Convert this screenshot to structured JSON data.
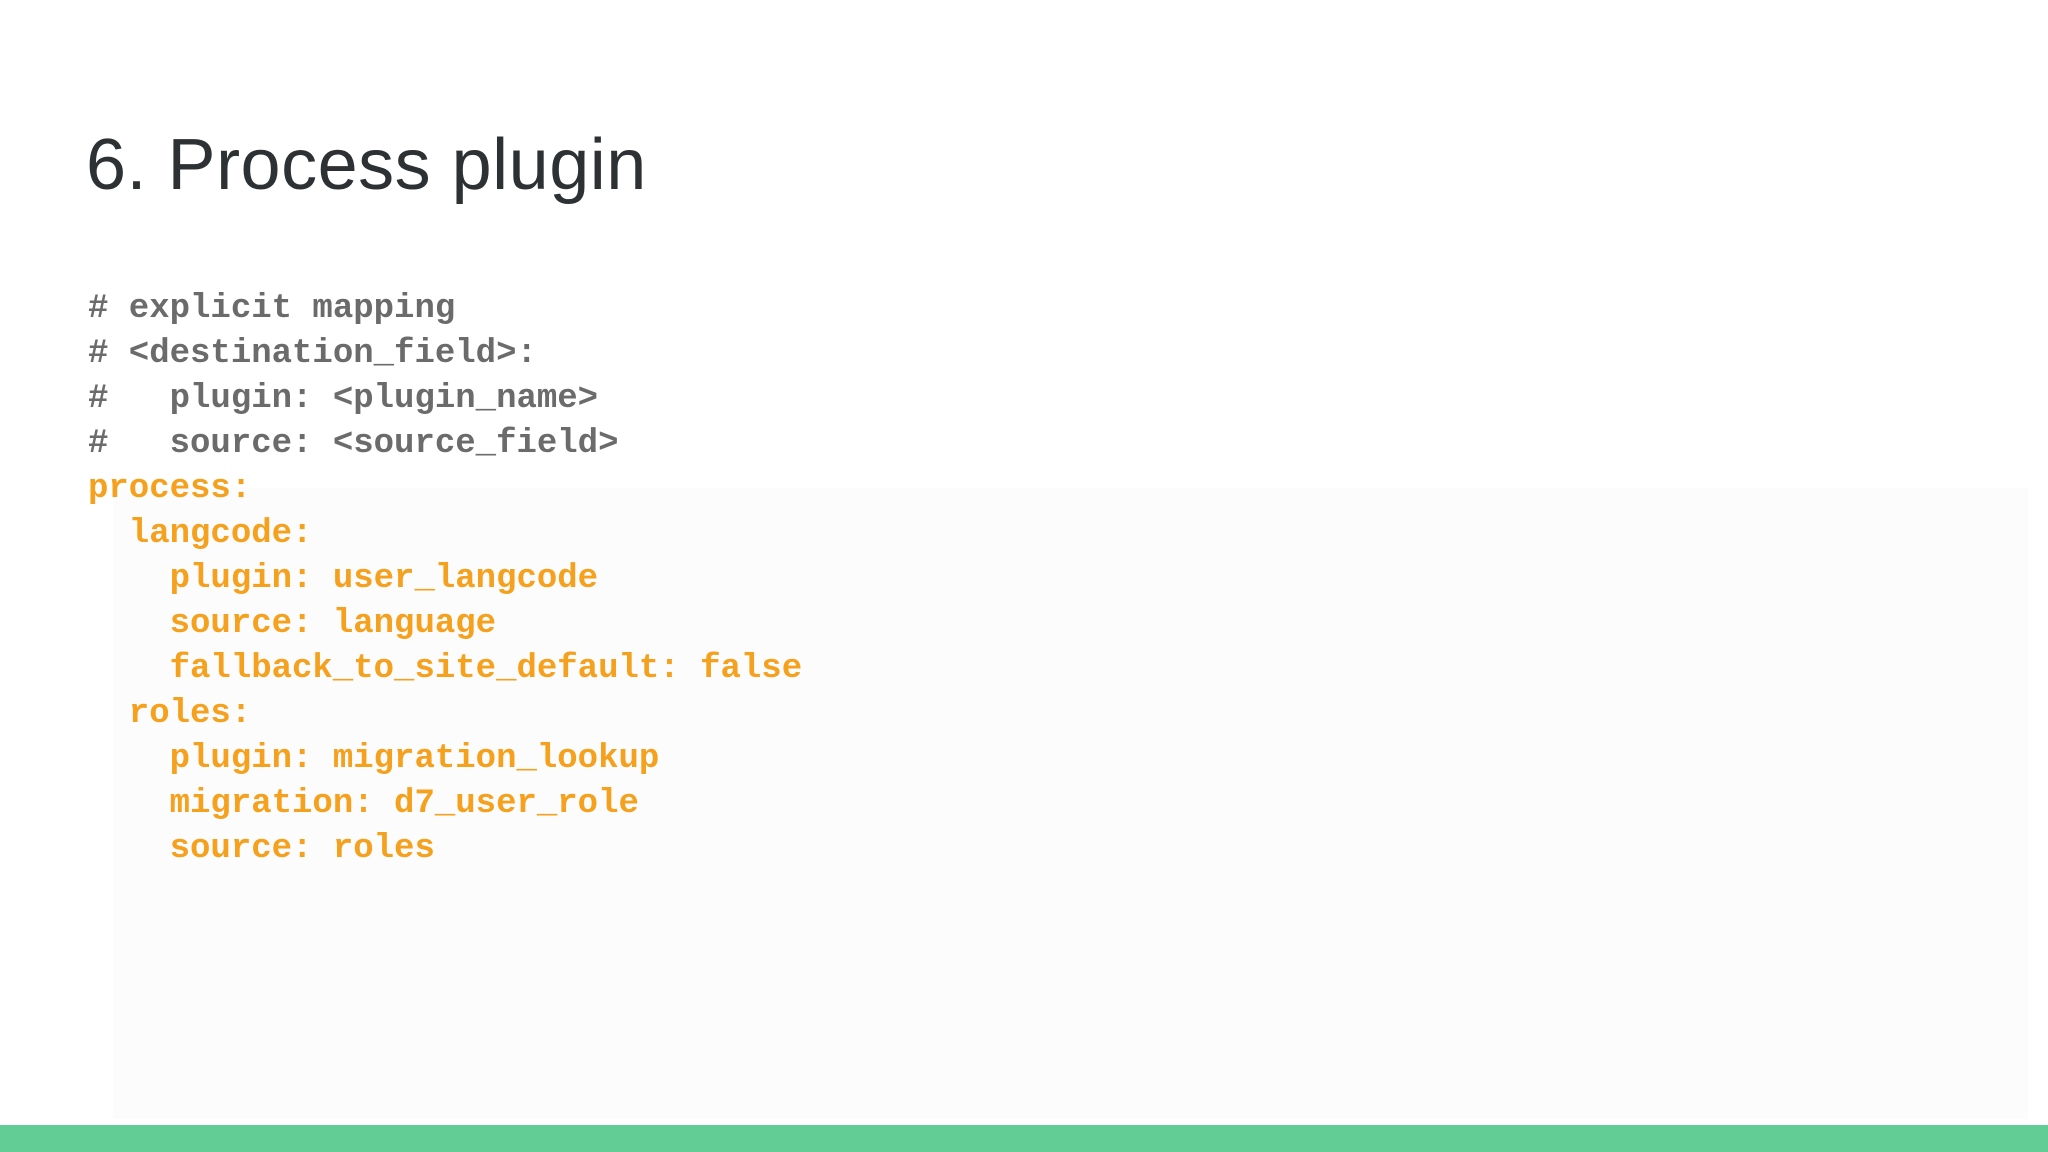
{
  "slide": {
    "title": "6. Process plugin",
    "code": {
      "lines": [
        {
          "type": "comment",
          "text": "# explicit mapping"
        },
        {
          "type": "comment",
          "text": "# <destination_field>:"
        },
        {
          "type": "comment",
          "text": "#   plugin: <plugin_name>"
        },
        {
          "type": "comment",
          "text": "#   source: <source_field>"
        },
        {
          "type": "yaml",
          "text": "process:"
        },
        {
          "type": "yaml",
          "text": "  langcode:"
        },
        {
          "type": "yaml",
          "text": "    plugin: user_langcode"
        },
        {
          "type": "yaml",
          "text": "    source: language"
        },
        {
          "type": "yaml",
          "text": "    fallback_to_site_default: false"
        },
        {
          "type": "yaml",
          "text": "  roles:"
        },
        {
          "type": "yaml",
          "text": "    plugin: migration_lookup"
        },
        {
          "type": "yaml",
          "text": "    migration: d7_user_role"
        },
        {
          "type": "yaml",
          "text": "    source: roles"
        }
      ]
    }
  },
  "colors": {
    "slide_background": "#ffffff",
    "panel_tint": "#fcfcfd",
    "title_text": "#2d3134",
    "comment_gray": "#6b6b6b",
    "yaml_orange": "#f6a11d",
    "footer_green": "#62ce95"
  }
}
